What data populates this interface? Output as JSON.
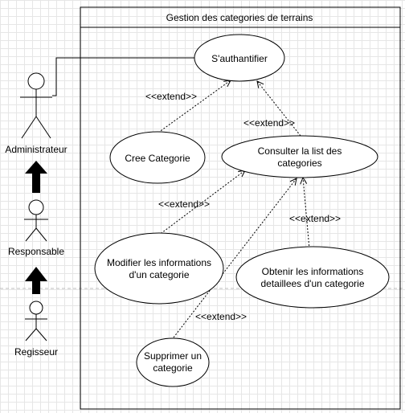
{
  "system": {
    "title": "Gestion des categories de terrains"
  },
  "actors": {
    "administrateur": "Administrateur",
    "responsable": "Responsable",
    "regisseur": "Regisseur"
  },
  "use_cases": {
    "authentifier": "S'authantifier",
    "cree_categorie": "Cree Categorie",
    "consulter_line1": "Consulter la list des",
    "consulter_line2": "categories",
    "modifier_line1": "Modifier les informations",
    "modifier_line2": "d'un categorie",
    "obtenir_line1": "Obtenir les informations",
    "obtenir_line2": "detaillees d'un categorie",
    "supprimer_line1": "Supprimer un",
    "supprimer_line2": "categorie"
  },
  "relations": {
    "extend_cree": "<<extend>>",
    "extend_consulter": "<<extend>>",
    "extend_modifier": "<<extend>>",
    "extend_obtenir": "<<extend>>",
    "extend_supprimer": "<<extend>>"
  }
}
